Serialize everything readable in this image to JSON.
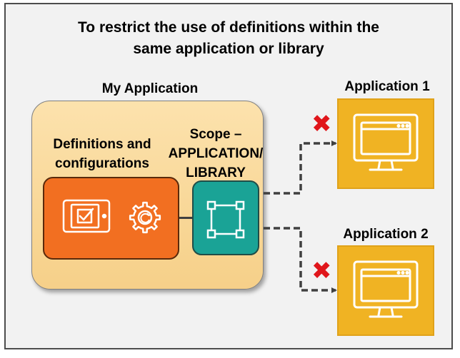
{
  "title_line1": "To restrict the use of definitions within the",
  "title_line2": "same application or library",
  "my_application": {
    "label": "My Application",
    "definitions_line1": "Definitions and",
    "definitions_line2": "configurations",
    "scope_line1": "Scope –",
    "scope_line2": "APPLICATION/",
    "scope_line3": "LIBRARY"
  },
  "applications": [
    {
      "label": "Application 1",
      "blocked_mark": "✖"
    },
    {
      "label": "Application 2",
      "blocked_mark": "✖"
    }
  ],
  "icons": {
    "definitions": "checkbox-tablet-icon",
    "configurations": "gear-icon",
    "scope": "scope-frame-icon",
    "application": "monitor-icon",
    "blocked": "cross-icon"
  },
  "colors": {
    "definitions_box": "#f26f21",
    "scope_box": "#1aa396",
    "application_box": "#f0b323",
    "my_application_box": "#fce2ad",
    "blocked": "#e0161b"
  }
}
